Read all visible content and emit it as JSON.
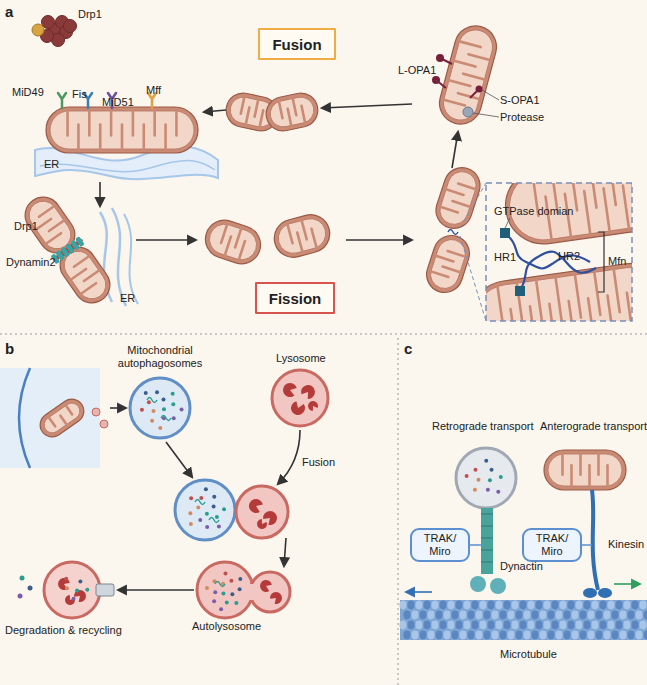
{
  "diagram": {
    "nodes": [
      {
        "text": [
          "Fusion"
        ]
      },
      {
        "text": [
          "Fission"
        ]
      },
      {
        "text": [
          "TRAK/ Miro"
        ]
      },
      {
        "text": [
          "TRAK/ Miro"
        ]
      }
    ],
    "labels": [
      "a",
      "Drp1",
      "MiD49",
      "Fis",
      "MiD51",
      "Mff",
      "ER",
      "Drp1",
      "Dynamin2",
      "ER",
      "L-OPA1",
      "S-OPA1",
      "Protease",
      "GTPase domian",
      "HR1",
      "HR2",
      "Mfn",
      "b",
      "Mitochondrial autophagosomes",
      "Lysosome",
      "Fusion",
      "Autolysosome",
      "Degradation & recycling",
      "c",
      "Retrograde transport",
      "Anterograde transport",
      "Dynactin",
      "Kinesin",
      "Microtubule"
    ]
  }
}
